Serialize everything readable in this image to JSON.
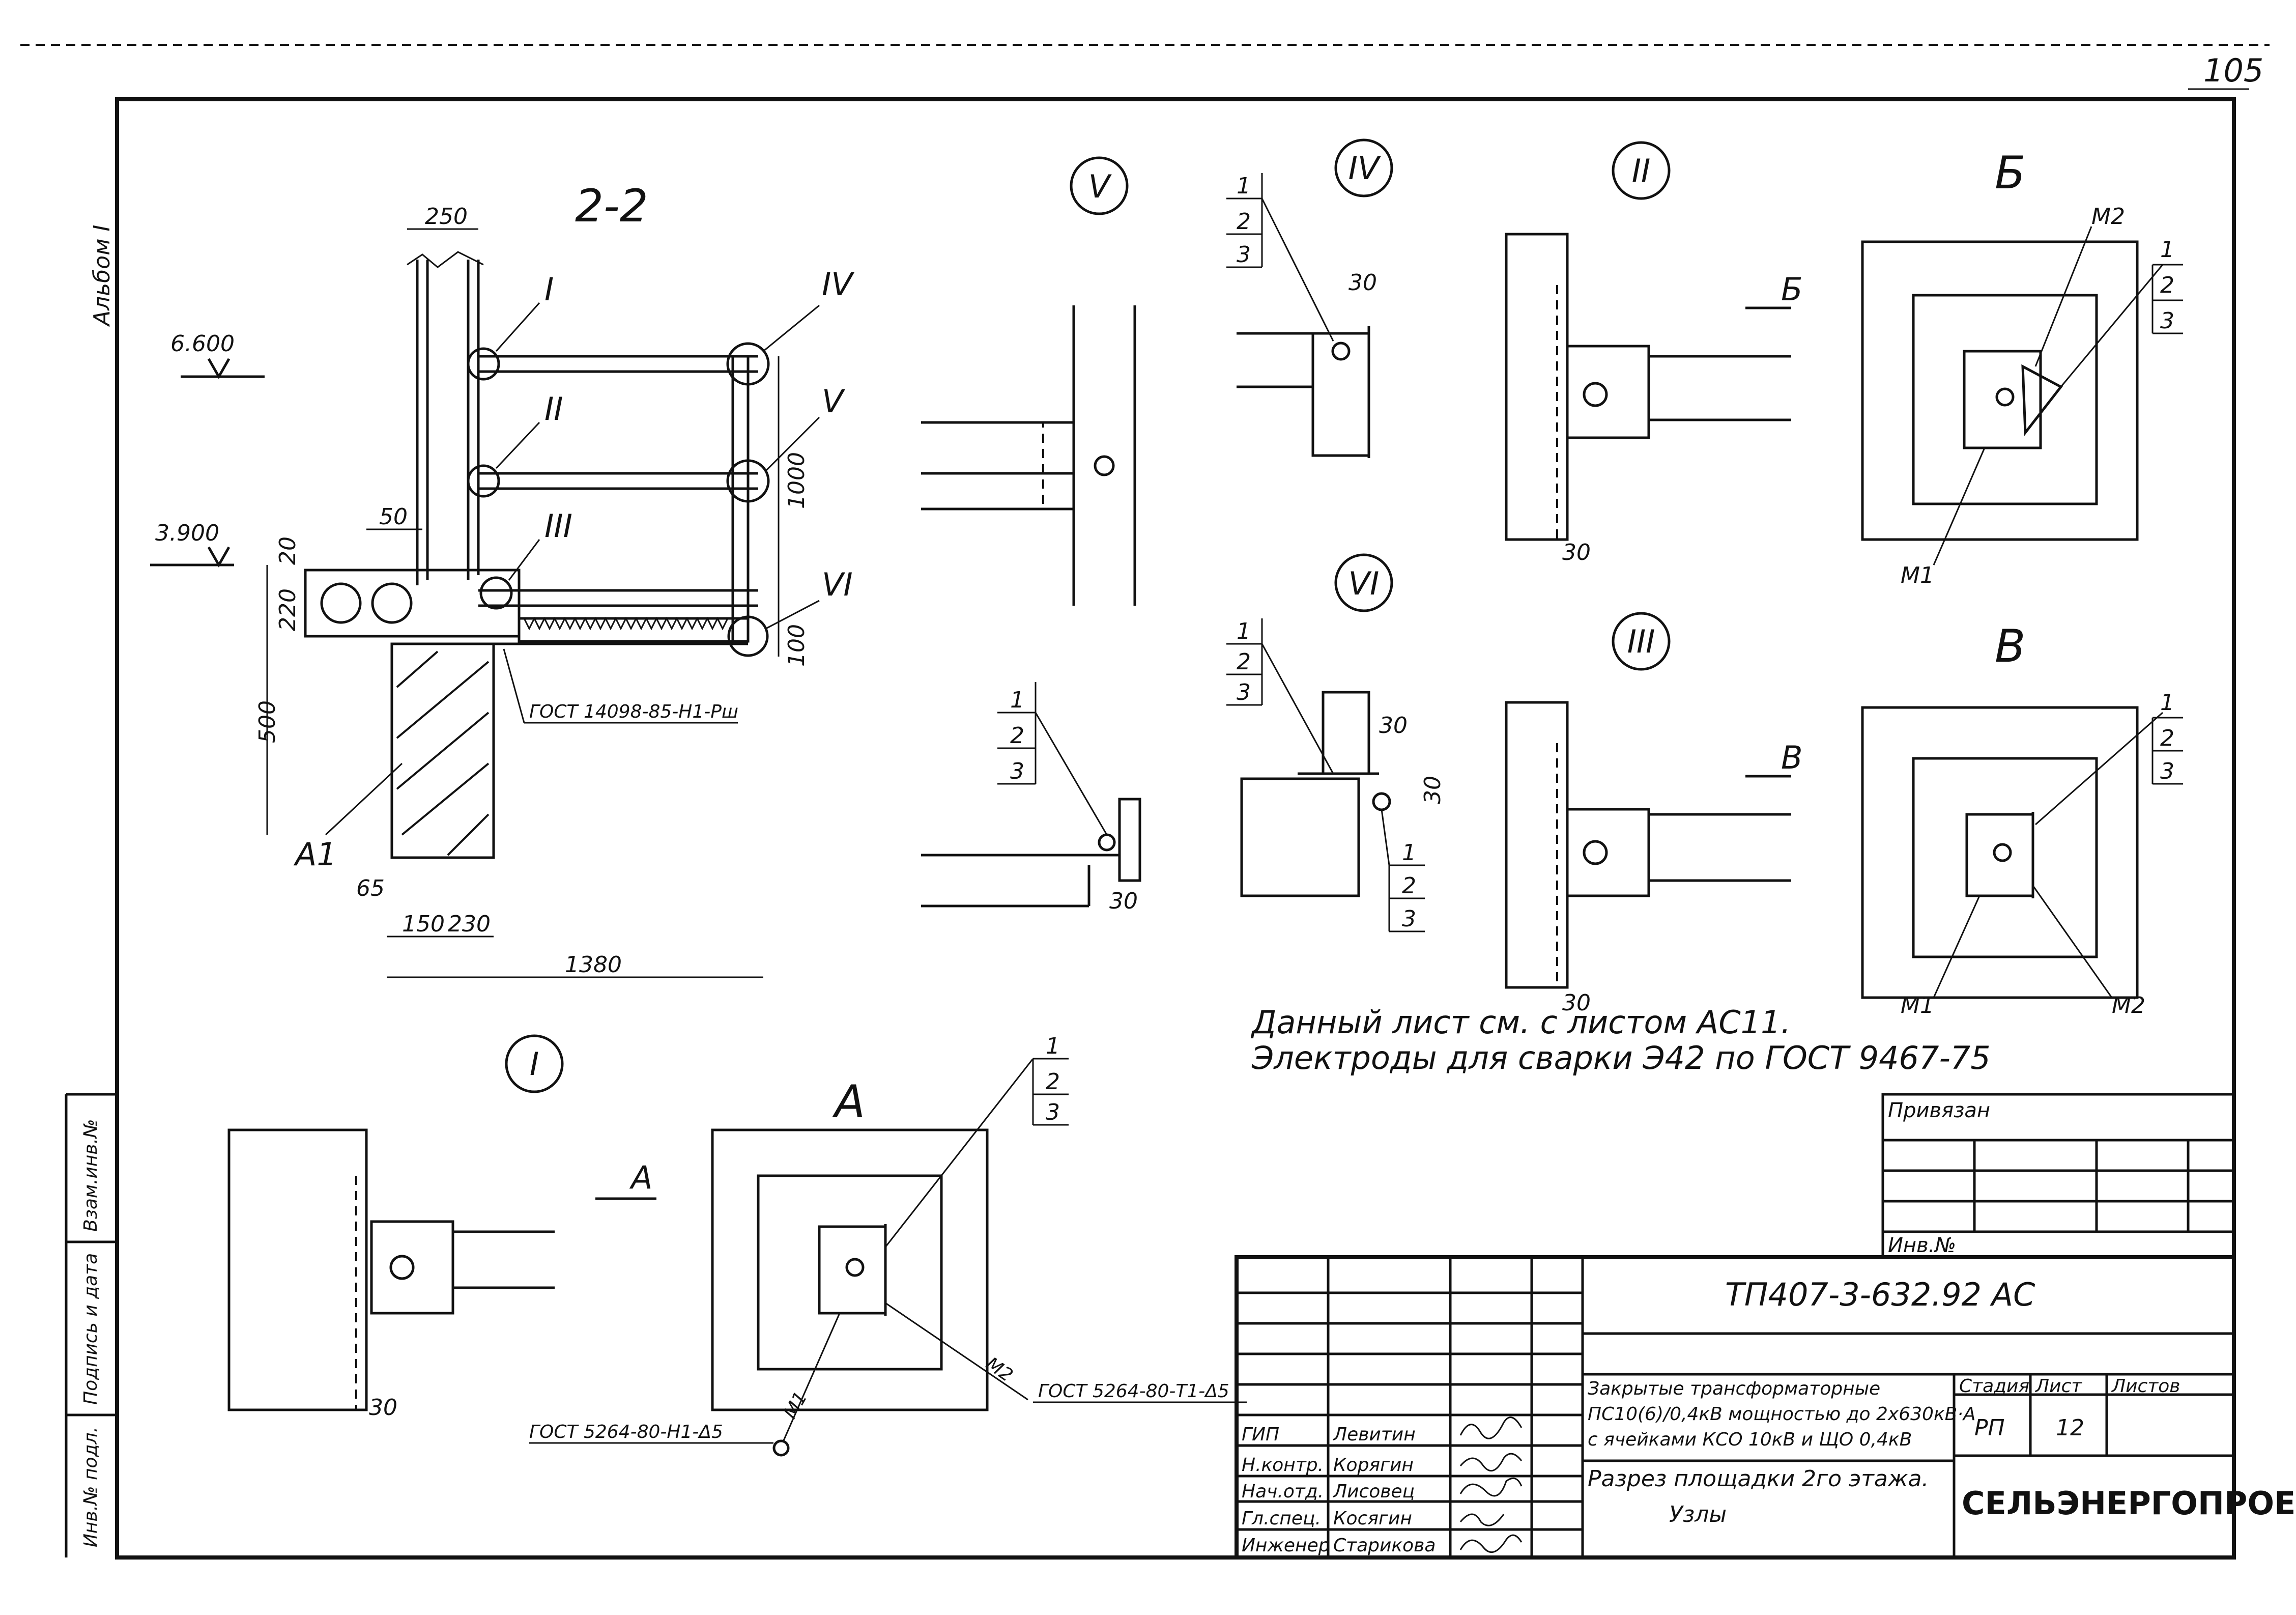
{
  "page_number": "105",
  "margin_label": "Альбом I",
  "section_title": "2-2",
  "elevations": {
    "top": "6.600",
    "floor": "3.900"
  },
  "dims_main": {
    "d250": "250",
    "d50": "50",
    "d20": "20",
    "d220": "220",
    "d500": "500",
    "d1000": "1000",
    "d100": "100",
    "d65": "65",
    "d150": "150",
    "d230": "230",
    "d1380": "1380"
  },
  "callouts": [
    "I",
    "II",
    "III",
    "IV",
    "V",
    "VI"
  ],
  "gost_main": "ГОСТ 14098-85-Н1-Рш",
  "label_a1": "А1",
  "node_labels": {
    "n1": "I",
    "n2": "II",
    "n3": "III",
    "n4": "IV",
    "n5": "V",
    "n6": "VI"
  },
  "view_labels": {
    "a": "А",
    "b": "Б",
    "v": "В"
  },
  "pos_list": [
    "1",
    "2",
    "3"
  ],
  "small_dims": {
    "d30": "30"
  },
  "part_marks": {
    "m1": "М1",
    "m2": "М2"
  },
  "notes": [
    "Данный лист см. с листом АС11.",
    "Электроды для сварки Э42 по ГОСТ 9467-75"
  ],
  "gost_bottom_left": "ГОСТ 5264-80-Н1-Δ5",
  "gost_bottom_right": "ГОСТ 5264-80-Т1-Δ5",
  "stamp": {
    "privyazan": "Привязан",
    "inv_no": "Инв.№",
    "code": "ТП407-3-632.92  АС",
    "title_lines": [
      "Закрытые трансформаторные",
      "ПС10(6)/0,4кВ мощностью до 2х630кВ·А",
      "с ячейками КСО 10кВ и ЩО 0,4кВ"
    ],
    "sheet_title_lines": [
      "Разрез площадки 2го этажа.",
      "Узлы"
    ],
    "stadia_label": "Стадия",
    "list_label": "Лист",
    "listov_label": "Листов",
    "stadia": "РП",
    "list": "12",
    "org": "СЕЛЬЭНЕРГОПРОЕКТ",
    "people": [
      {
        "role": "ГИП",
        "name": "Левитин"
      },
      {
        "role": "Н.контр.",
        "name": "Корягин"
      },
      {
        "role": "Нач.отд.",
        "name": "Лисовец"
      },
      {
        "role": "Гл.спец.",
        "name": "Косягин"
      },
      {
        "role": "Инженер",
        "name": "Старикова"
      }
    ]
  },
  "side_stamp": [
    "Инв.№ подл.",
    "Подпись и дата",
    "Взам.инв.№"
  ]
}
